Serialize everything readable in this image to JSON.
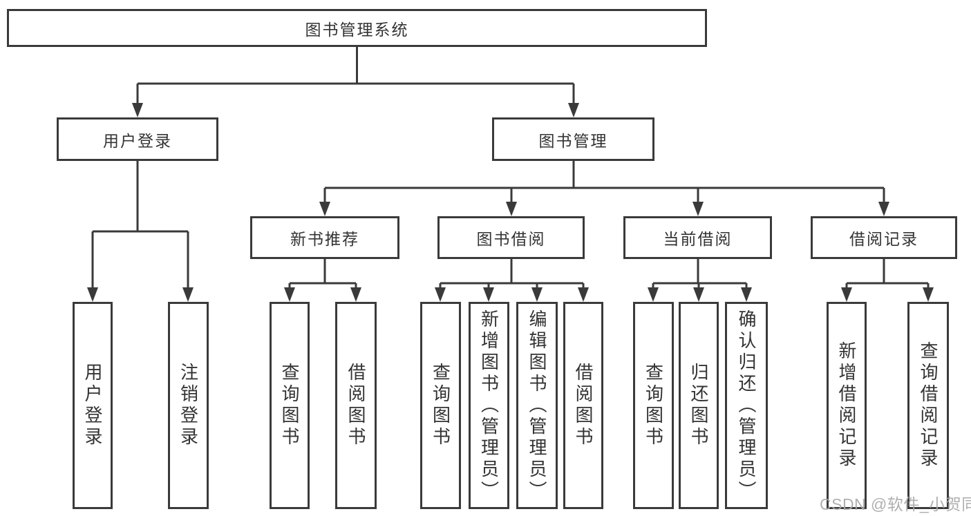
{
  "colors": {
    "line": "#3a3a3a",
    "box_border": "#3a3a3a",
    "text": "#333333",
    "background": "#ffffff",
    "watermark_text": "#a9a9a9"
  },
  "diagram": {
    "root": {
      "label": "图书管理系统"
    },
    "branches": [
      {
        "label": "用户登录",
        "children": [
          {
            "label": "用户登录"
          },
          {
            "label": "注销登录"
          }
        ]
      },
      {
        "label": "图书管理",
        "children": [
          {
            "label": "新书推荐",
            "children": [
              {
                "label": "查询图书"
              },
              {
                "label": "借阅图书"
              }
            ]
          },
          {
            "label": "图书借阅",
            "children": [
              {
                "label": "查询图书"
              },
              {
                "label": "新增图书（管理员）"
              },
              {
                "label": "编辑图书（管理员）"
              },
              {
                "label": "借阅图书"
              }
            ]
          },
          {
            "label": "当前借阅",
            "children": [
              {
                "label": "查询图书"
              },
              {
                "label": "归还图书"
              },
              {
                "label": "确认归还（管理员）"
              }
            ]
          },
          {
            "label": "借阅记录",
            "children": [
              {
                "label": "新增借阅记录"
              },
              {
                "label": "查询借阅记录"
              }
            ]
          }
        ]
      }
    ]
  },
  "watermark": {
    "text": "CSDN @软件_小贺同学"
  }
}
